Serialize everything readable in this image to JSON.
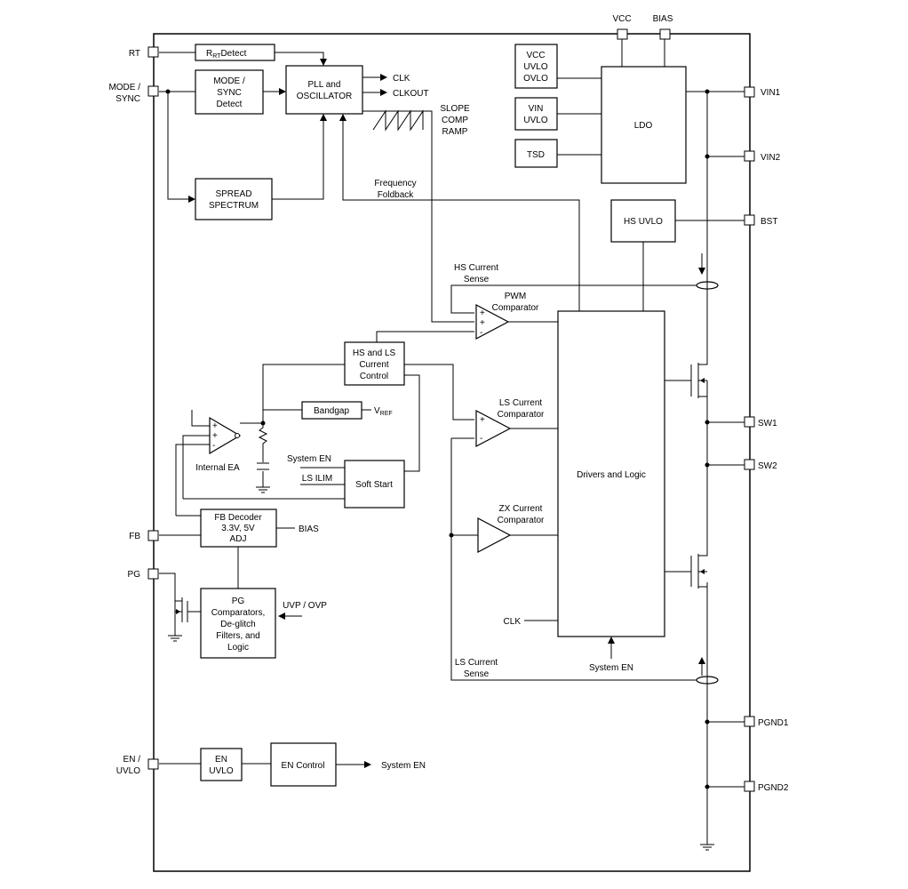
{
  "pins": {
    "rt": "RT",
    "mode_sync": [
      "MODE /",
      "SYNC"
    ],
    "fb": "FB",
    "pg": "PG",
    "en_uvlo": [
      "EN /",
      "UVLO"
    ],
    "vcc": "VCC",
    "bias": "BIAS",
    "vin1": "VIN1",
    "vin2": "VIN2",
    "bst": "BST",
    "sw1": "SW1",
    "sw2": "SW2",
    "pgnd1": "PGND1",
    "pgnd2": "PGND2"
  },
  "blocks": {
    "rrt_detect_main": "R",
    "rrt_detect_sub": "RT",
    "rrt_detect_rest": "Detect",
    "mode_sync_detect": [
      "MODE /",
      "SYNC",
      "Detect"
    ],
    "pll_osc": [
      "PLL and",
      "OSCILLATOR"
    ],
    "spread_spectrum": [
      "SPREAD",
      "SPECTRUM"
    ],
    "vcc_uvlo_ovlo": [
      "VCC",
      "UVLO",
      "OVLO"
    ],
    "vin_uvlo": [
      "VIN",
      "UVLO"
    ],
    "tsd": "TSD",
    "ldo": "LDO",
    "hs_uvlo": "HS UVLO",
    "hs_ls_current_control": [
      "HS and LS",
      "Current",
      "Control"
    ],
    "bandgap": "Bandgap",
    "soft_start": "Soft Start",
    "fb_decoder": [
      "FB Decoder",
      "3.3V, 5V",
      "ADJ"
    ],
    "pg_comparators": [
      "PG",
      "Comparators,",
      "De-glitch",
      "Filters, and",
      "Logic"
    ],
    "drivers_logic": "Drivers and Logic",
    "en_uvlo_block": [
      "EN",
      "UVLO"
    ],
    "en_control": "EN Control"
  },
  "labels": {
    "clk": "CLK",
    "clkout": "CLKOUT",
    "slope_comp_ramp": [
      "SLOPE",
      "COMP",
      "RAMP"
    ],
    "frequency_foldback": [
      "Frequency",
      "Foldback"
    ],
    "hs_current_sense": [
      "HS Current",
      "Sense"
    ],
    "pwm_comparator": [
      "PWM",
      "Comparator"
    ],
    "ls_current_comparator": [
      "LS Current",
      "Comparator"
    ],
    "zx_current_comparator": [
      "ZX Current",
      "Comparator"
    ],
    "vref_main": "V",
    "vref_sub": "REF",
    "internal_ea": "Internal EA",
    "system_en_in": "System EN",
    "ls_ilim": "LS ILIM",
    "bias_out": "BIAS",
    "uvp_ovp": "UVP / OVP",
    "clk_in": "CLK",
    "system_en_drv": "System EN",
    "ls_current_sense": [
      "LS Current",
      "Sense"
    ],
    "system_en_out": "System EN",
    "plus": "+",
    "minus": "-"
  }
}
